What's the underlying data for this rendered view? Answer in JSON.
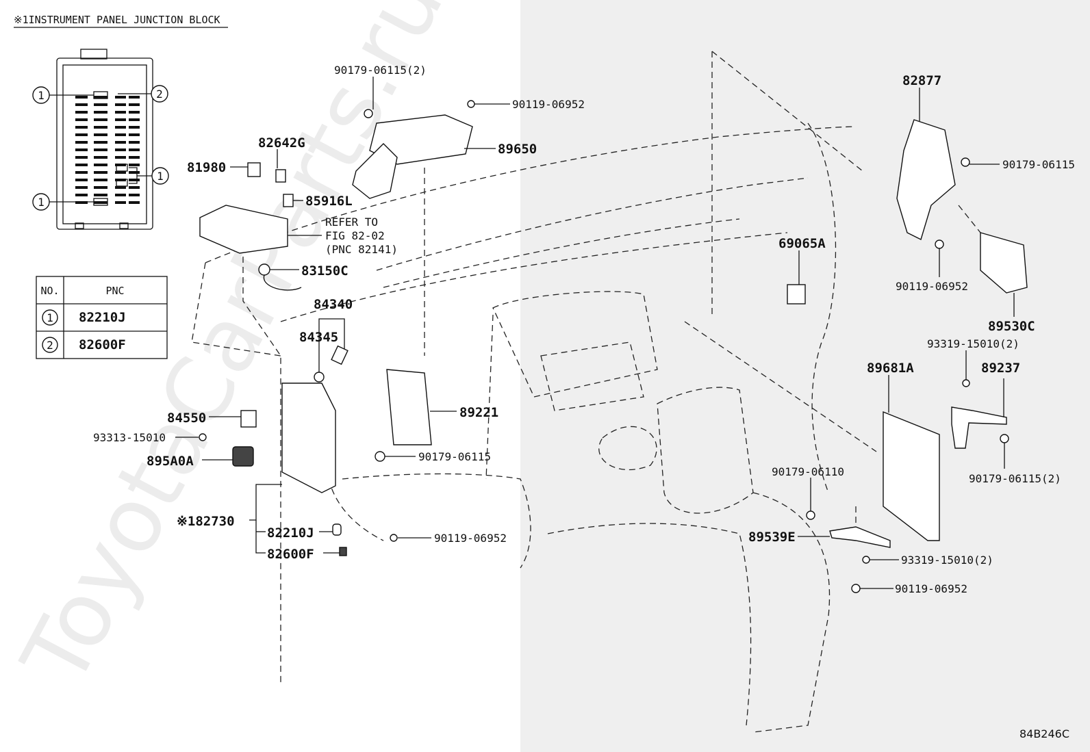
{
  "title": "※1INSTRUMENT PANEL JUNCTION BLOCK",
  "watermark": "ToyotaCarParts.ru",
  "diagram_code": "84B246C",
  "table": {
    "headers": [
      "NO.",
      "PNC"
    ],
    "rows": [
      {
        "no": "1",
        "pnc": "82210J"
      },
      {
        "no": "2",
        "pnc": "82600F"
      }
    ]
  },
  "block_markers": {
    "m1": "1",
    "m2": "2",
    "m3": "1",
    "m4": "1"
  },
  "refer_note": [
    "REFER TO",
    "FIG 82-02",
    "(PNC 82141)"
  ],
  "labels": {
    "p90179_06115_2_top": "90179-06115(2)",
    "p90119_06952_top": "90119-06952",
    "p89650": "89650",
    "p82642G": "82642G",
    "p81980": "81980",
    "p85916L": "85916L",
    "p83150C": "83150C",
    "p84340": "84340",
    "p84345": "84345",
    "p84550": "84550",
    "p93313_15010": "93313-15010",
    "p895A0A": "895A0A",
    "p89221": "89221",
    "p90179_06115_mid": "90179-06115",
    "p82730": "※182730",
    "p82210J": "82210J",
    "p82600F": "82600F",
    "p90119_06952_bottom": "90119-06952",
    "p82877": "82877",
    "p90179_06115_right": "90179-06115",
    "p69065A": "69065A",
    "p90119_06952_right": "90119-06952",
    "p89530C": "89530C",
    "p93319_15010_2_top": "93319-15010(2)",
    "p89681A": "89681A",
    "p89237": "89237",
    "p90179_06110": "90179-06110",
    "p90179_06115_2_right": "90179-06115(2)",
    "p89539E": "89539E",
    "p93319_15010_2_bottom": "93319-15010(2)",
    "p90119_06952_lowright": "90119-06952"
  }
}
